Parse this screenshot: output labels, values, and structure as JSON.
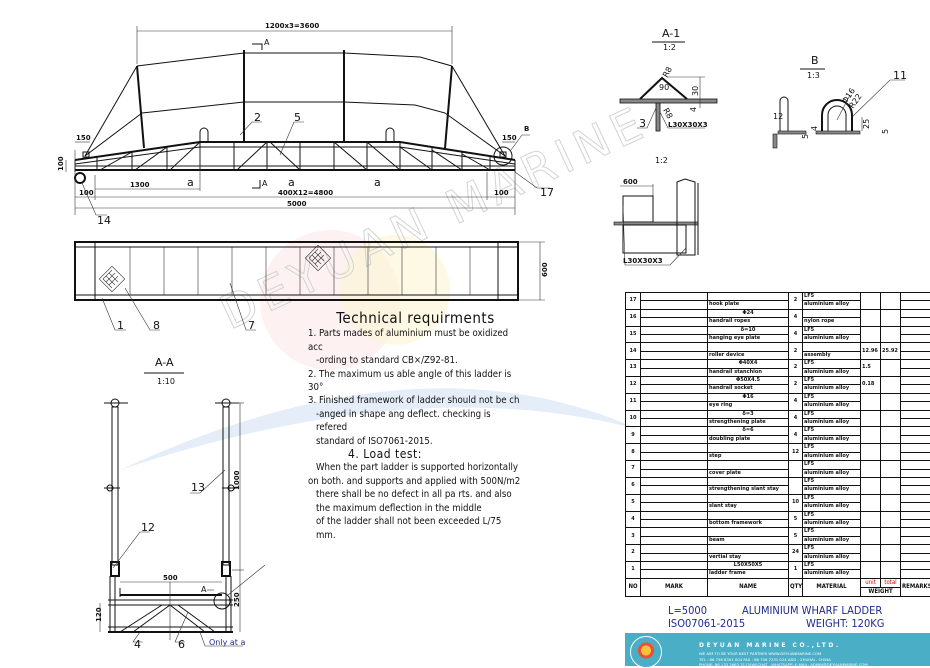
{
  "watermark": "DEYUAN MARINE",
  "elevation": {
    "dim_top": "1200x3=3600",
    "dim_total": "5000",
    "dim_pitch": "400X12=4800",
    "dim_end_left": "100",
    "dim_end_right": "100",
    "dim_1300": "1300",
    "dim_150_left": "150",
    "dim_150_right": "150",
    "dim_height": "100",
    "section_mark_top": "A",
    "section_mark_bottom": "A",
    "mark_a1": "a",
    "mark_a2": "a",
    "mark_a3": "a",
    "detail_b": "B",
    "callout_2": "2",
    "callout_5": "5",
    "callout_14": "14",
    "callout_17": "17"
  },
  "plan": {
    "dim_width": "600",
    "callout_1": "1",
    "callout_8": "8",
    "callout_7": "7"
  },
  "section_aa": {
    "title": "A-A",
    "scale": "1:10",
    "dim_1000": "1000",
    "dim_500": "500",
    "dim_250": "250",
    "dim_120": "120",
    "mark_a": "A",
    "callout_13": "13",
    "callout_12": "12",
    "callout_4": "4",
    "callout_6": "6",
    "note": "Only at a"
  },
  "detail_a1": {
    "title": "A-1",
    "scale": "1:2",
    "r_top": "R8",
    "r_bottom": "R8",
    "angle": "90",
    "dim_30": "30",
    "dim_4": "4",
    "callout_3": "3",
    "angle_label": "L30X30X3"
  },
  "detail_b": {
    "title": "B",
    "scale": "1:3",
    "phi": "Φ16",
    "r": "R22",
    "dim_12": "12",
    "dim_4": "4",
    "dim_5a": "5",
    "dim_25": "25",
    "dim_5b": "5",
    "callout_11": "11"
  },
  "detail_c": {
    "scale": "1:2",
    "dim_600": "600",
    "angle_label": "L30X30X3"
  },
  "tech": {
    "title": "Technical requirments",
    "r1a": "1. Parts mades of aluminium must be oxidized acc",
    "r1b": "-ording to standard CB×/Z92-81.",
    "r2": "2. The maximum us able angle of this ladder is 30°",
    "r3a": "3. Finished framework of ladder should not be ch",
    "r3b": "-anged in shape ang deflect. checking is refered",
    "r3c": "standard of ISO7061-2015.",
    "load_title": "4. Load test:",
    "l1": "When the part ladder is supported horizontally",
    "l2": "on both. and supports and applied with 500N/m2",
    "l3": " there shall be no defect in all pa  rts. and also",
    "l4": " the maximum deflection in the middle",
    "l5": "of the ladder shall not been exceeded L/75 mm."
  },
  "bom": {
    "rows": [
      {
        "no": "17",
        "spec": "",
        "name": "hook plate",
        "qty": "2",
        "mat1": "LF5",
        "mat2": "aluminium alloy",
        "unit": "",
        "total": ""
      },
      {
        "no": "16",
        "spec": "Φ24",
        "name": "handrail ropes",
        "qty": "4",
        "mat1": "",
        "mat2": "nylon rope",
        "unit": "",
        "total": ""
      },
      {
        "no": "15",
        "spec": "δ=10",
        "name": "hanging eye plate",
        "qty": "4",
        "mat1": "LF5",
        "mat2": "aluminium alloy",
        "unit": "",
        "total": ""
      },
      {
        "no": "14",
        "spec": "",
        "name": "roller device",
        "qty": "2",
        "mat1": "",
        "mat2": "assembly",
        "unit": "12.96",
        "total": "25.92"
      },
      {
        "no": "13",
        "spec": "Φ40X4",
        "name": "handrail stanchion",
        "qty": "2",
        "mat1": "LF5",
        "mat2": "aluminium alloy",
        "unit": "1.5",
        "total": ""
      },
      {
        "no": "12",
        "spec": "Φ50X4.5",
        "name": "handrail socket",
        "qty": "2",
        "mat1": "LF5",
        "mat2": "aluminium alloy",
        "unit": "0.18",
        "total": ""
      },
      {
        "no": "11",
        "spec": "Φ16",
        "name": "eye ring",
        "qty": "4",
        "mat1": "LF5",
        "mat2": "aluminium alloy",
        "unit": "",
        "total": ""
      },
      {
        "no": "10",
        "spec": "δ=3",
        "name": "strengthening plate",
        "qty": "4",
        "mat1": "LF5",
        "mat2": "aluminium alloy",
        "unit": "",
        "total": ""
      },
      {
        "no": "9",
        "spec": "δ=6",
        "name": "doubling plate",
        "qty": "4",
        "mat1": "LF5",
        "mat2": "aluminium alloy",
        "unit": "",
        "total": ""
      },
      {
        "no": "8",
        "spec": "",
        "name": "step",
        "qty": "12",
        "mat1": "LF5",
        "mat2": "aluminium alloy",
        "unit": "",
        "total": ""
      },
      {
        "no": "7",
        "spec": "",
        "name": "cover plate",
        "qty": "",
        "mat1": "LF5",
        "mat2": "aluminium alloy",
        "unit": "",
        "total": ""
      },
      {
        "no": "6",
        "spec": "",
        "name": "strengthening slant stay",
        "qty": "",
        "mat1": "LF5",
        "mat2": "aluminium alloy",
        "unit": "",
        "total": ""
      },
      {
        "no": "5",
        "spec": "",
        "name": "slant stay",
        "qty": "10",
        "mat1": "LF5",
        "mat2": "aluminium alloy",
        "unit": "",
        "total": ""
      },
      {
        "no": "4",
        "spec": "",
        "name": "bottom framework",
        "qty": "5",
        "mat1": "LF5",
        "mat2": "aluminium alloy",
        "unit": "",
        "total": ""
      },
      {
        "no": "3",
        "spec": "",
        "name": "beam",
        "qty": "5",
        "mat1": "LF5",
        "mat2": "aluminium alloy",
        "unit": "",
        "total": ""
      },
      {
        "no": "2",
        "spec": "",
        "name": "vertial stay",
        "qty": "24",
        "mat1": "LF5",
        "mat2": "aluminium alloy",
        "unit": "",
        "total": ""
      },
      {
        "no": "1",
        "spec": "L50X50X5",
        "name": "ladder frame",
        "qty": "1",
        "mat1": "LF5",
        "mat2": "aluminium alloy",
        "unit": "",
        "total": ""
      }
    ],
    "headers": {
      "no": "NO",
      "mark": "MARK",
      "name": "NAME",
      "qty": "QTY",
      "material": "MATERIAL",
      "unit": "unit",
      "total": "total",
      "weight": "WEIGHT",
      "remarks": "REMARKS"
    }
  },
  "title_block": {
    "length": "L=5000",
    "product": "ALUMINIUM WHARF LADDER",
    "standard": "ISO07061-2015",
    "weight": "WEIGHT: 120KG"
  },
  "company": {
    "name": "DEYUAN MARINE CO.,LTD.",
    "slogan": "WE AIM TO BE YOUR BEST PARTNER   WWW.DEYUANMARINE.COM",
    "contact": "TEL : 86 756 8301 004        FAX : 86 756 7231 024        ADD : ZHUHAI - CHINA",
    "phone": "PHONE: 86 133 2663 3115(WECHAT , WHATSAPP)     E-MAIL: ADMIN@DEYUANMARINE.COM"
  }
}
